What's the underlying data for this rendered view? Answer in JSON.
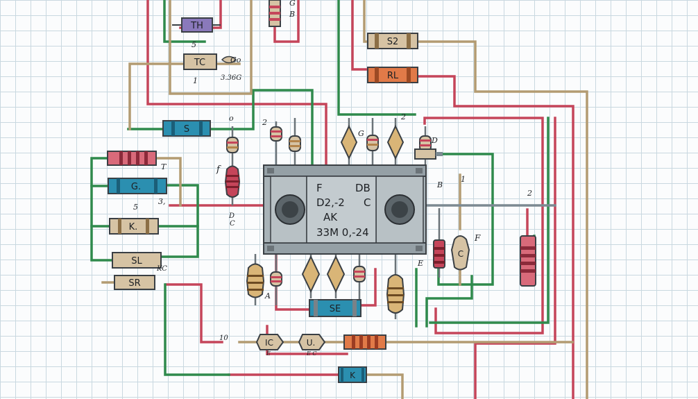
{
  "colors": {
    "red": "#c5455a",
    "green": "#2f8a4c",
    "tan": "#b39b72",
    "gray": "#7c8a92",
    "chip_body": "#b8c1c5",
    "chip_edge": "#9aa5aa",
    "purple": "#8a79bb",
    "blue": "#2b8fb0",
    "orange": "#e17a48",
    "beige": "#d6c3a4"
  },
  "ic": {
    "lines": [
      "F",
      "DB",
      "D2,-2",
      "C",
      "AK",
      "33M 0,-24"
    ]
  },
  "components": {
    "th": "TH",
    "tc": "TC",
    "s": "S",
    "g": "G.",
    "k_left": "K.",
    "sl": "SL",
    "sr": "SR",
    "s2": "S2",
    "rl": "RL",
    "se": "SE",
    "ic_bottom": "IC",
    "u": "U.",
    "k_bottom": "K",
    "c_right": "C"
  },
  "annotations": {
    "a_top_g": "G",
    "a_top_b": "B",
    "a_5": "5",
    "a_go": "Go",
    "a_1": "1",
    "a_3360": "3.36G",
    "a_o": "o",
    "a_2": "2",
    "a_g_mid": "G",
    "a_2b": "2",
    "a_d": "D",
    "a_f": "f",
    "a_t": "T",
    "a_5b": "5",
    "a_3": "3,",
    "a_dc": "D",
    "a_c": "C",
    "a_a": "A",
    "a_b": "B",
    "a_1b": "1",
    "a_2c": "2",
    "a_e": "E",
    "a_fr": "F",
    "a_kc": "KC",
    "a_10": "10",
    "a_e2": "E",
    "a_ec": "E C"
  }
}
